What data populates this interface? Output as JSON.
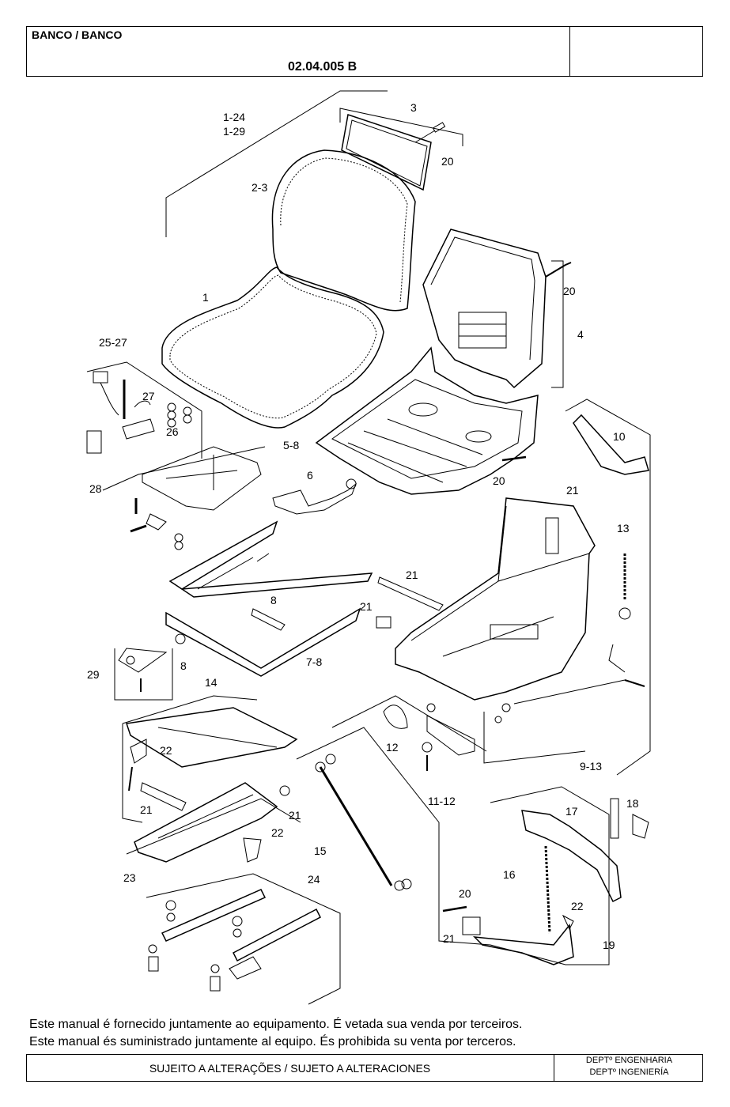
{
  "header": {
    "title": "BANCO / BANCO",
    "code": "02.04.005 B"
  },
  "callouts": {
    "c1_24": "1-24",
    "c1_29": "1-29",
    "c3": "3",
    "c20_top": "20",
    "c2_3": "2-3",
    "c20_back": "20",
    "c1": "1",
    "c4": "4",
    "c25_27": "25-27",
    "c27": "27",
    "c26": "26",
    "c5_8": "5-8",
    "c6": "6",
    "c20_base": "20",
    "c10": "10",
    "c28": "28",
    "c21_a": "21",
    "c13": "13",
    "c21_b": "21",
    "c8_a": "8",
    "c21_c": "21",
    "c8_b": "8",
    "c7_8": "7-8",
    "c29": "29",
    "c14": "14",
    "c22_a": "22",
    "c12": "12",
    "c9_13": "9-13",
    "c21_d": "21",
    "c21_e": "21",
    "c22_b": "22",
    "c11_12": "11-12",
    "c17": "17",
    "c18": "18",
    "c15": "15",
    "c23": "23",
    "c16": "16",
    "c24": "24",
    "c20_bottom": "20",
    "c22_c": "22",
    "c21_f": "21",
    "c19": "19"
  },
  "notice": {
    "line1": "Este  manual  é  fornecido  juntamente  ao  equipamento.  É vetada  sua  venda  por  terceiros.",
    "line2": "Este   manual   és  suministrado  juntamente   al   equipo.  És prohibida su venta  por  terceros."
  },
  "footer": {
    "note": "SUJEITO A ALTERAÇÕES / SUJETO A ALTERACIONES",
    "dept_line1": "DEPTº  ENGENHARIA",
    "dept_line2": "DEPTº  INGENIERÍA"
  }
}
